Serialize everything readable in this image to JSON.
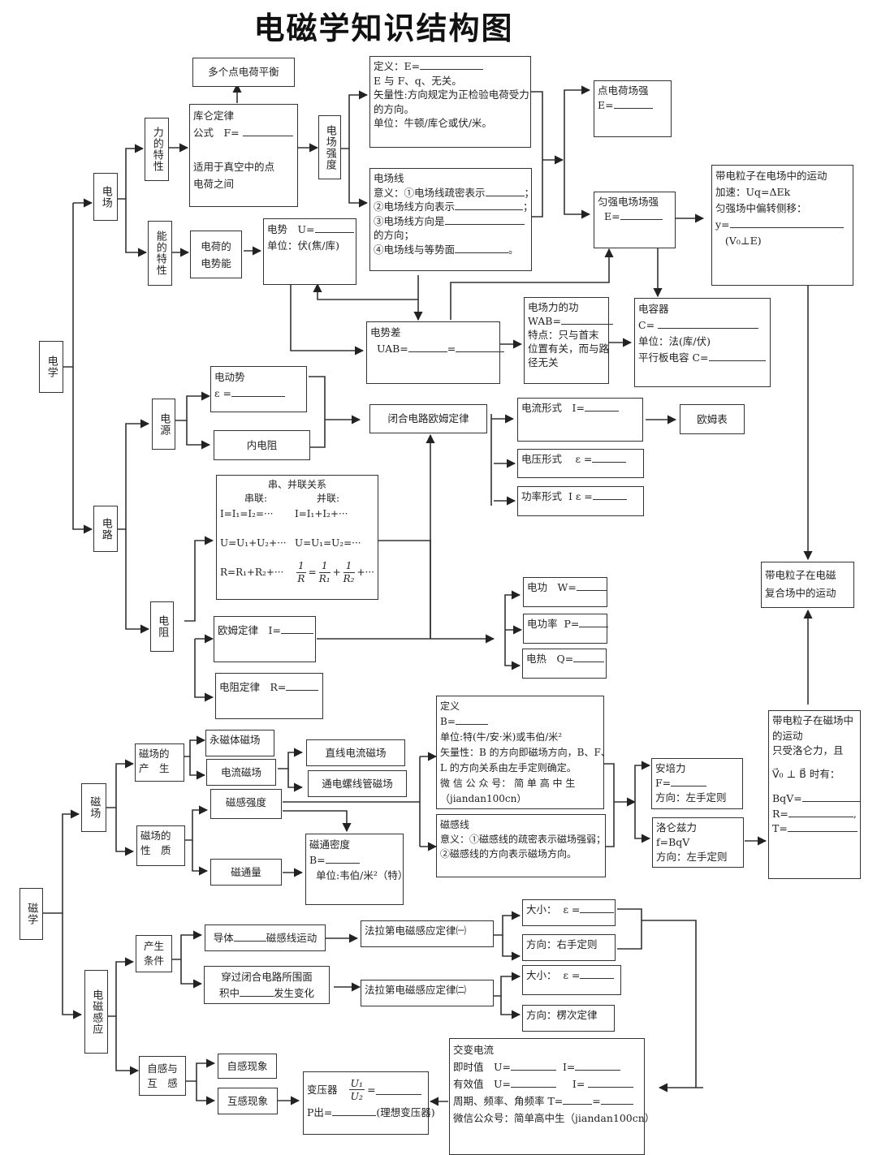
{
  "title": "电磁学知识结构图",
  "roots": {
    "electricity": "电学",
    "magnetism": "磁学"
  },
  "electric_field": {
    "label": "电场",
    "force_property": "力的特性",
    "energy_property": "能的特性",
    "multi_charge": "多个点电荷平衡",
    "coulomb": [
      "库仑定律",
      "公式　F= ",
      "",
      "适用于真空中的点",
      "电荷之间"
    ],
    "field_strength_label": "电场强度",
    "definition": [
      "定义：E=",
      "E 与 F、q、无关。",
      "矢量性:方向规定为正检验电荷受力",
      "的方向。",
      "单位：牛顿/库仑或伏/米。"
    ],
    "field_lines": [
      "电场线",
      "意义：①电场线疏密表示",
      "②电场线方向表示",
      "③电场线方向是",
      "的方向；",
      "④电场线与等势面"
    ],
    "point_charge_field": [
      "点电荷场强",
      "E="
    ],
    "uniform_field": [
      "匀强电场场强",
      "  E="
    ],
    "charged_particle_e": [
      "带电粒子在电场中的运动",
      "加速：Uq=ΔEk",
      "匀强场中偏转侧移：",
      "y=",
      "   (V₀⊥E)"
    ],
    "potential_energy": [
      "电荷的",
      "电势能"
    ],
    "potential": [
      "电势　U=",
      "单位：伏(焦/库)"
    ],
    "potential_diff": [
      "电势差",
      "  UAB=",
      "="
    ],
    "work": [
      "电场力的功",
      "WAB=",
      "特点：只与首末",
      "位置有关，而与路",
      "径无关"
    ],
    "capacitor": [
      "电容器",
      "C= ",
      "单位：法(库/伏)",
      "平行板电容 C="
    ],
    "composite_field": [
      "带电粒子在电磁",
      "复合场中的运动"
    ]
  },
  "circuit": {
    "label": "电路",
    "source_label": "电源",
    "emf": [
      "电动势",
      "ε ="
    ],
    "internal_r": "内电阻",
    "closed_ohm": "闭合电路欧姆定律",
    "current_form": "电流形式　I=",
    "voltage_form": "电压形式　 ε =",
    "power_form": "功率形式  I ε =",
    "ohmmeter": "欧姆表",
    "resistance_label": "电阻",
    "series_parallel": {
      "heading": "串、并联关系",
      "series": "串联:",
      "parallel": "并联:",
      "rows": [
        [
          "I=I₁=I₂=···",
          "I=I₁+I₂+···"
        ],
        [
          "U=U₁+U₂+···",
          "U=U₁=U₂=···"
        ],
        [
          "R=R₁+R₂+···",
          ""
        ]
      ],
      "recip": {
        "one": "1",
        "R": "R",
        "R1": "R₁",
        "R2": "R₂",
        "eq": "=",
        "plus": "+",
        "dots": "+···"
      }
    },
    "ohm_law": "欧姆定律　I=",
    "resistance_law": "电阻定律　R=",
    "elec_work": "电功　W=",
    "elec_power": "电功率  P=",
    "elec_heat": "电热　Q="
  },
  "magnetic_field": {
    "label": "磁场",
    "generation": [
      "磁场的",
      "产　生"
    ],
    "permanent": "永磁体磁场",
    "current_field": "电流磁场",
    "straight": "直线电流磁场",
    "solenoid": "通电螺线管磁场",
    "nature": [
      "磁场的",
      "性　质"
    ],
    "intensity": "磁感强度",
    "flux": "磁通量",
    "flux_density": [
      "磁通密度",
      "B=",
      "  单位:韦伯/米²（特）"
    ],
    "definition": [
      "定义",
      "B=",
      "单位:特(牛/安·米)或韦伯/米²",
      "矢量性：B 的方向即磁场方向，B、F、",
      "L 的方向关系由左手定则确定。",
      "微 信 公 众 号： 简 单 高 中 生",
      "（jiandan100cn）"
    ],
    "b_lines": [
      "磁感线",
      "意义：①磁感线的疏密表示磁场强弱；",
      "②磁感线的方向表示磁场方向。"
    ],
    "ampere": [
      "安培力",
      "F=",
      "方向：左手定则"
    ],
    "lorentz": [
      "洛仑兹力",
      "f=BqV",
      "方向：左手定则"
    ],
    "charged_particle_b": [
      "带电粒子在磁场中",
      "的运动",
      "只受洛仑力，且",
      "V⃗₀ ⊥ B⃗ 时有：",
      "BqV=",
      "R=",
      "T="
    ]
  },
  "induction": {
    "label": "电磁感应",
    "conditions": [
      "产生",
      "条件"
    ],
    "cond1": [
      "导体",
      "磁感线运动"
    ],
    "cond2": [
      "穿过闭合电路所围面",
      "积中",
      "发生变化"
    ],
    "faraday1": "法拉第电磁感应定律㈠",
    "faraday2": "法拉第电磁感应定律㈡",
    "mag1": "大小：  ε =",
    "dir1": "方向：右手定则",
    "mag2": "大小：  ε =",
    "dir2": "方向：楞次定律",
    "self_mutual": [
      "自感与",
      "互　感"
    ],
    "self_ind": "自感现象",
    "mutual_ind": "互感现象",
    "transformer": {
      "label": "变压器",
      "u1": "U₁",
      "u2": "U₂",
      "eq": "=",
      "p": "P出=",
      "ideal": "(理想变压器)"
    },
    "ac": [
      "交变电流",
      "即时值　U=",
      "I=",
      "有效值　U=",
      "I= ",
      "周期、频率、角频率 T=",
      "=",
      "微信公众号：简单高中生（jiandan100cn）"
    ]
  }
}
